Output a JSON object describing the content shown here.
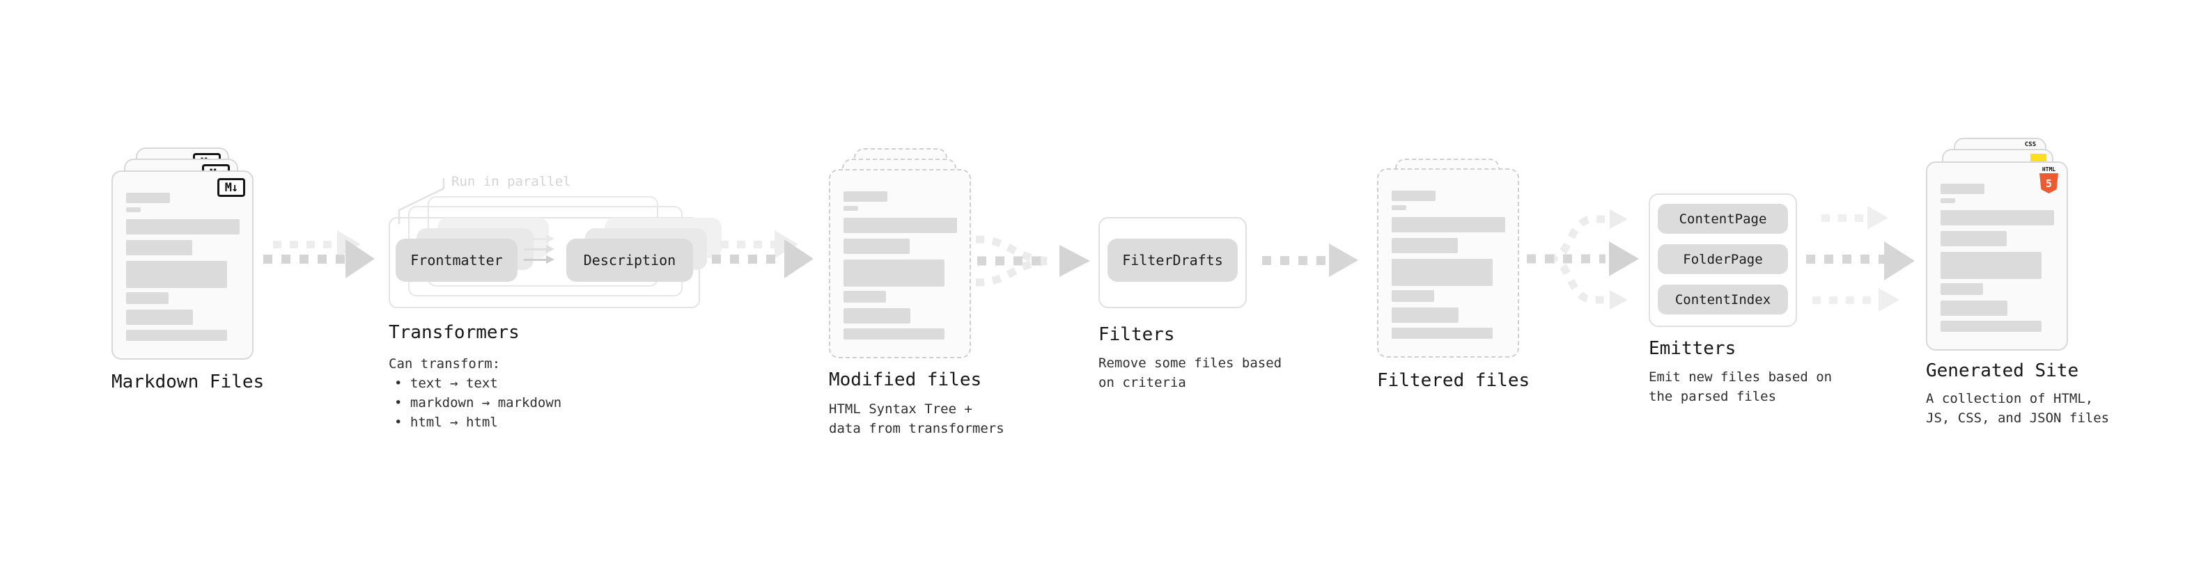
{
  "colors": {
    "html_orange": "#ec5b32",
    "js_yellow": "#ffdf1b",
    "css_blue": "#2c5fe0",
    "pill_gray": "#dcdcdc",
    "line_gray": "#d4d4d4"
  },
  "stages": {
    "markdown": {
      "label": "Markdown Files",
      "badge": "M↓"
    },
    "transformers": {
      "label": "Transformers",
      "annotation": "Run in parallel",
      "pill_left": "Frontmatter",
      "pill_right": "Description",
      "desc_title": "Can transform:",
      "bullets": [
        "• text → text",
        "• markdown → markdown",
        "• html → html"
      ]
    },
    "modified": {
      "label": "Modified files",
      "desc1": "HTML Syntax Tree +",
      "desc2": "data from transformers"
    },
    "filters": {
      "label": "Filters",
      "pill": "FilterDrafts",
      "desc1": "Remove some files based",
      "desc2": "on criteria"
    },
    "filtered": {
      "label": "Filtered files"
    },
    "emitters": {
      "label": "Emitters",
      "pills": [
        "ContentPage",
        "FolderPage",
        "ContentIndex"
      ],
      "desc1": "Emit new files based on",
      "desc2": "the parsed files"
    },
    "generated": {
      "label": "Generated Site",
      "desc1": "A collection of HTML,",
      "desc2": "JS, CSS, and JSON files",
      "html_badge_top": "HTML",
      "html_badge_num": "5",
      "css_badge": "CSS"
    }
  }
}
